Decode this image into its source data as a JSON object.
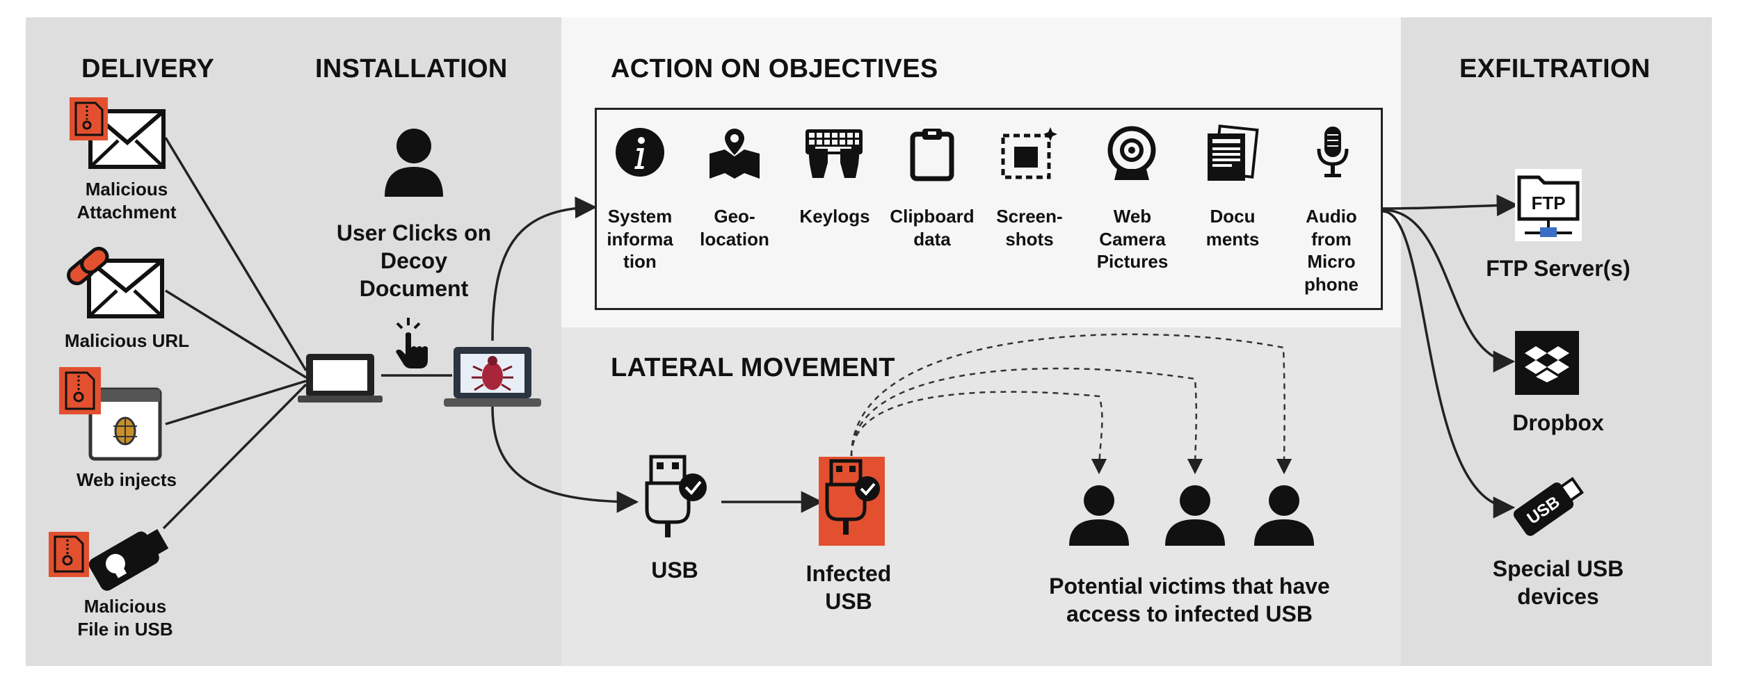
{
  "sections": {
    "delivery": "DELIVERY",
    "installation": "INSTALLATION",
    "action": "ACTION ON OBJECTIVES",
    "lateral": "LATERAL MOVEMENT",
    "exfiltration": "EXFILTRATION"
  },
  "delivery_items": [
    {
      "label": "Malicious\nAttachment",
      "icon": "zip-envelope-icon"
    },
    {
      "label": "Malicious URL",
      "icon": "link-envelope-icon"
    },
    {
      "label": "Web injects",
      "icon": "zip-browser-bug-icon"
    },
    {
      "label": "Malicious\nFile in USB",
      "icon": "zip-skull-usb-icon"
    }
  ],
  "installation": {
    "label": "User Clicks on\nDecoy\nDocument"
  },
  "objectives": [
    {
      "label": "System\ninforma\ntion",
      "icon": "info-icon"
    },
    {
      "label": "Geo-\nlocation",
      "icon": "map-pin-icon"
    },
    {
      "label": "Keylogs",
      "icon": "keyboard-hands-icon"
    },
    {
      "label": "Clipboard\ndata",
      "icon": "clipboard-icon"
    },
    {
      "label": "Screen-\nshots",
      "icon": "screenshot-icon"
    },
    {
      "label": "Web\nCamera\nPictures",
      "icon": "webcam-icon"
    },
    {
      "label": "Docu\nments",
      "icon": "documents-icon"
    },
    {
      "label": "Audio\nfrom\nMicro\nphone",
      "icon": "microphone-icon"
    }
  ],
  "lateral": {
    "usb": "USB",
    "infected_usb": "Infected\nUSB",
    "victims": "Potential victims that have\naccess to infected USB"
  },
  "exfiltration": [
    {
      "label": "FTP Server(s)",
      "icon": "ftp-folder-icon",
      "icon_text": "FTP"
    },
    {
      "label": "Dropbox",
      "icon": "dropbox-icon"
    },
    {
      "label": "Special USB\ndevices",
      "icon": "usb-stick-icon",
      "icon_text": "USB"
    }
  ],
  "colors": {
    "accent_red": "#e2502f",
    "dark": "#111111",
    "panel_gray": "#dedede",
    "panel_light": "#f6f6f6"
  }
}
